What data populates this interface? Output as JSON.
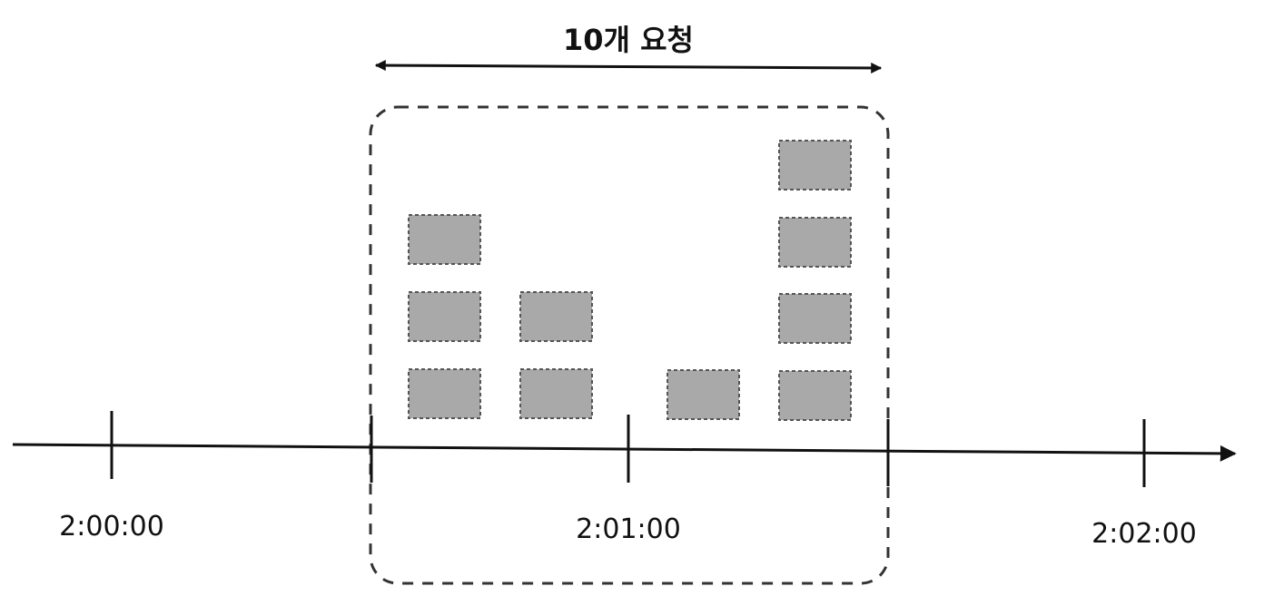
{
  "window_label": "10개 요청",
  "time_labels": [
    "2:00:00",
    "2:01:00",
    "2:02:00"
  ],
  "requests": {
    "per_slot": [
      3,
      2,
      1,
      4
    ],
    "total": 10
  },
  "colors": {
    "line": "#111111",
    "request_fill": "#a9a9a9",
    "request_stroke": "#555555",
    "window_stroke": "#333333"
  }
}
